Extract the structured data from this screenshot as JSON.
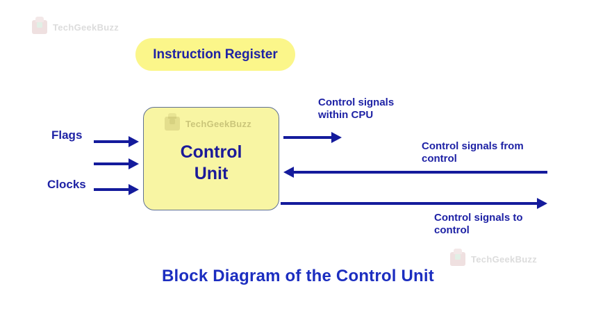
{
  "title": "Block Diagram of the Control Unit",
  "watermark": {
    "brand": "TechGeekBuzz"
  },
  "blocks": {
    "instruction_register": "Instruction Register",
    "control_unit": "Control\nUnit"
  },
  "inputs": {
    "flags": "Flags",
    "clocks": "Clocks"
  },
  "signals": {
    "within_cpu": "Control signals\nwithin CPU",
    "from_control": "Control signals from\ncontrol",
    "to_control": "Control signals to\ncontrol"
  },
  "colors": {
    "pill_yellow": "#FBF68A",
    "box_yellow": "#F8F5A3",
    "text_navy": "#1E22A5",
    "title_blue": "#1C2EC0",
    "arrow_navy": "#141B9C",
    "watermark_gray": "#DCDCDC",
    "box_border": "#5E6F94"
  }
}
